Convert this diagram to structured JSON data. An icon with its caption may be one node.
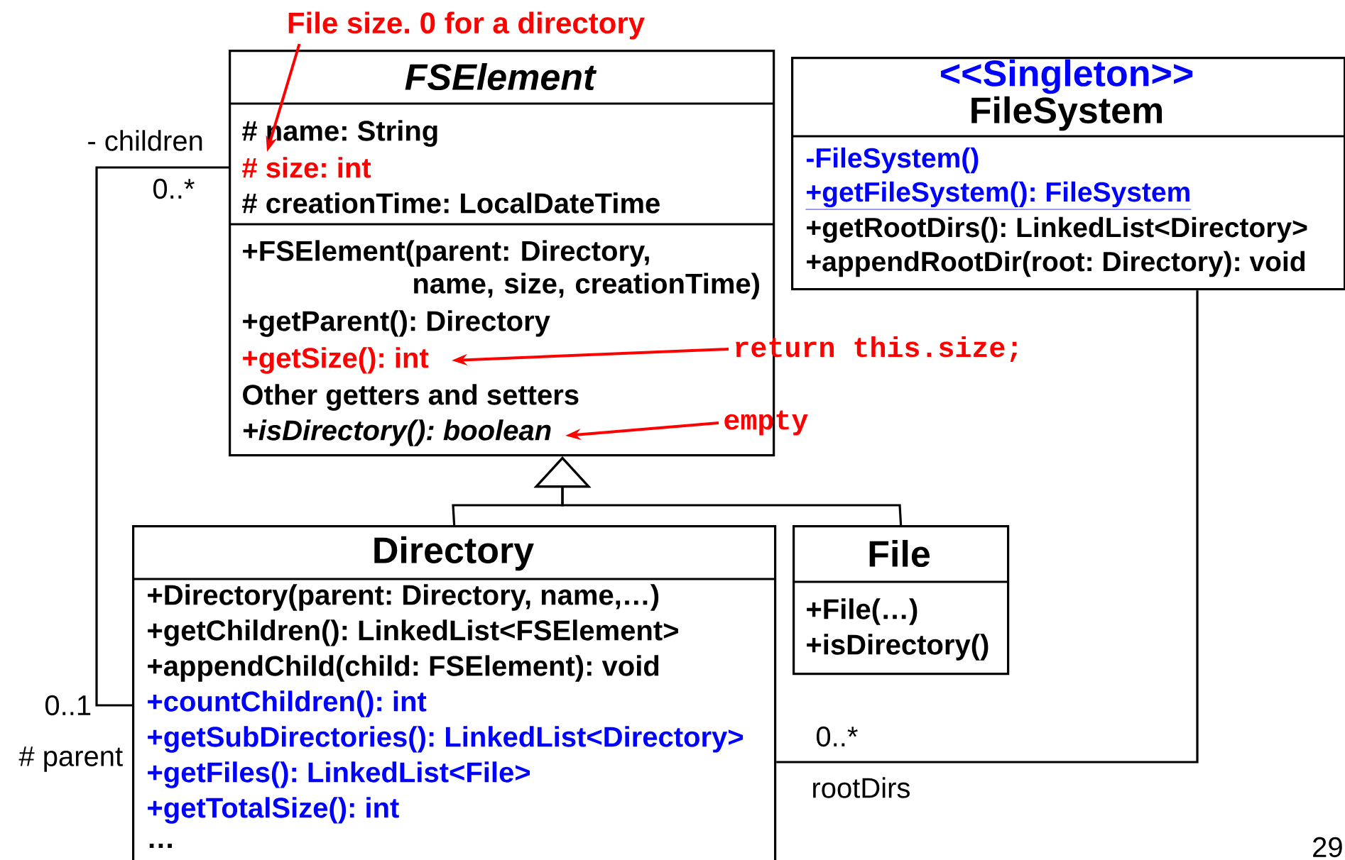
{
  "diagram": {
    "nodes": [
      {
        "text": [
          "FSElement",
          "# name: String",
          "# size: int",
          "# creationTime: LocalDateTime",
          "+FSElement(parent: Directory, name, size, creationTime)",
          "+getParent(): Directory",
          "+getSize(): int",
          "Other getters and setters",
          "+isDirectory(): boolean"
        ]
      },
      {
        "text": [
          "<<Singleton>>",
          "FileSystem",
          "-FileSystem()",
          "+getFileSystem(): FileSystem",
          "+getRootDirs(): LinkedList<Directory>",
          "+appendRootDir(root: Directory): void"
        ]
      },
      {
        "text": [
          "Directory",
          "+Directory(parent: Directory, name,…)",
          "+getChildren(): LinkedList<FSElement>",
          "+appendChild(child: FSElement): void",
          "+countChildren(): int",
          "+getSubDirectories(): LinkedList<Directory>",
          "+getFiles(): LinkedList<File>",
          "+getTotalSize(): int",
          "…"
        ]
      },
      {
        "text": [
          "File",
          "+File(…)",
          "+isDirectory()"
        ]
      },
      {
        "text": [
          "File size.  0 for a directory"
        ]
      },
      {
        "text": [
          "return this.size;"
        ]
      },
      {
        "text": [
          "empty"
        ]
      }
    ],
    "edges": [
      {
        "from": 4,
        "to": 0,
        "arrow": "to",
        "color": "#ff0000"
      },
      {
        "from": 5,
        "to": 0,
        "arrow": "to",
        "color": "#ff0000"
      },
      {
        "from": 6,
        "to": 0,
        "arrow": "to",
        "color": "#ff0000"
      },
      {
        "from": 2,
        "to": 0,
        "arrow": "to"
      },
      {
        "from": 3,
        "to": 0,
        "arrow": "to"
      },
      {
        "from": 0,
        "to": 2,
        "arrow": "none"
      },
      {
        "from": 1,
        "to": 2,
        "arrow": "none"
      }
    ],
    "labels": [
      "- children",
      "0..*",
      "0..1",
      "# parent",
      "0..*",
      "rootDirs",
      "29"
    ]
  }
}
